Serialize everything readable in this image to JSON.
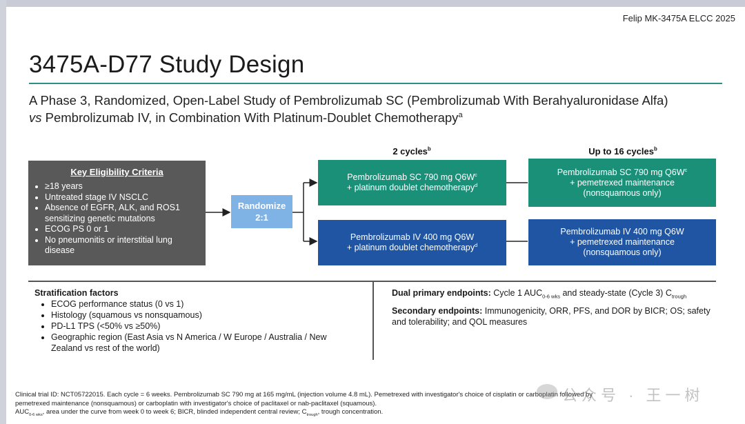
{
  "header": {
    "citation": "Felip MK-3475A ELCC 2025",
    "title": "3475A-D77 Study Design",
    "subtitle_line1": "A Phase 3, Randomized, Open-Label Study of Pembrolizumab SC (Pembrolizumab With Berahyaluronidase Alfa)",
    "subtitle_vs": "vs",
    "subtitle_line2": " Pembrolizumab IV, in Combination With Platinum-Doublet Chemotherapy",
    "subtitle_sup": "a"
  },
  "columns": {
    "col1": "2 cycles",
    "col1_sup": "b",
    "col2": "Up to 16 cycles",
    "col2_sup": "b"
  },
  "eligibility": {
    "heading": "Key Eligibility Criteria",
    "items": [
      "≥18 years",
      "Untreated stage IV NSCLC",
      "Absence of EGFR, ALK, and ROS1 sensitizing genetic mutations",
      "ECOG PS 0 or 1",
      "No pneumonitis or interstitial lung disease"
    ]
  },
  "randomize": {
    "line1": "Randomize",
    "line2": "2:1"
  },
  "arms": {
    "sc_induction_1": "Pembrolizumab SC 790 mg Q6W",
    "sc_induction_1_sup": "c",
    "sc_induction_2": "+ platinum doublet chemotherapy",
    "sc_induction_2_sup": "d",
    "sc_maint_1": "Pembrolizumab SC 790 mg Q6W",
    "sc_maint_1_sup": "c",
    "sc_maint_2": "+ pemetrexed maintenance",
    "sc_maint_3": "(nonsquamous only)",
    "iv_induction_1": "Pembrolizumab IV 400 mg Q6W",
    "iv_induction_2": "+ platinum doublet chemotherapy",
    "iv_induction_2_sup": "d",
    "iv_maint_1": "Pembrolizumab IV 400 mg Q6W",
    "iv_maint_2": "+ pemetrexed maintenance",
    "iv_maint_3": "(nonsquamous only)"
  },
  "stratification": {
    "heading": "Stratification factors",
    "items": [
      "ECOG performance status (0 vs 1)",
      "Histology (squamous vs nonsquamous)",
      "PD-L1 TPS (<50% vs ≥50%)",
      "Geographic region (East Asia vs N America / W Europe / Australia / New Zealand vs rest of the world)"
    ]
  },
  "endpoints": {
    "primary_label": "Dual primary endpoints:",
    "primary_text_1": " Cycle 1 AUC",
    "primary_sub_1": "0-6 wks",
    "primary_text_2": " and steady-state (Cycle 3) C",
    "primary_sub_2": "trough",
    "secondary_label": "Secondary endpoints:",
    "secondary_text": " Immunogenicity, ORR, PFS, and DOR by BICR; OS; safety and tolerability; and QOL measures"
  },
  "footnotes": {
    "line1": "Clinical trial ID: NCT05722015. Each cycle = 6 weeks. Pembrolizumab SC 790 mg at 165 mg/mL (injection volume 4.8 mL). Pemetrexed with investigator's choice of cisplatin or carboplatin followed by",
    "line2": "pemetrexed maintenance (nonsquamous) or carboplatin with investigator's choice of paclitaxel or nab-paclitaxel (squamous).",
    "line3_a": "AUC",
    "line3_sub": "0-6 wks",
    "line3_b": ", area under the curve from week 0 to week 6; BICR, blinded independent central review; C",
    "line3_sub2": "trough",
    "line3_c": ", trough concentration."
  },
  "watermark": {
    "text": "公众号 · 王一树"
  },
  "colors": {
    "teal": "#1a9079",
    "blue": "#1f55a3",
    "randomize": "#7fb2e5",
    "eligibility": "#595959",
    "rule": "#2f8d86"
  }
}
